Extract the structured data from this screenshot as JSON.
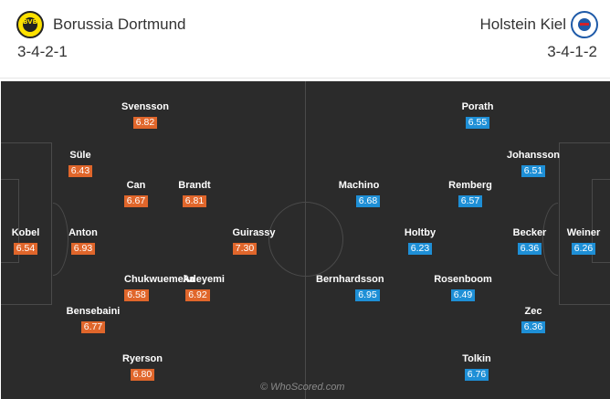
{
  "home": {
    "team": "Borussia Dortmund",
    "formation": "3-4-2-1",
    "logo_icon": "borussia-dortmund-crest",
    "rating_color": "#e0662b",
    "players": [
      {
        "name": "Kobel",
        "rating": "6.54"
      },
      {
        "name": "Anton",
        "rating": "6.93"
      },
      {
        "name": "Süle",
        "rating": "6.43"
      },
      {
        "name": "Bensebaini",
        "rating": "6.77"
      },
      {
        "name": "Svensson",
        "rating": "6.82"
      },
      {
        "name": "Can",
        "rating": "6.67"
      },
      {
        "name": "Chukwuemeka",
        "rating": "6.58"
      },
      {
        "name": "Ryerson",
        "rating": "6.80"
      },
      {
        "name": "Brandt",
        "rating": "6.81"
      },
      {
        "name": "Adeyemi",
        "rating": "6.92"
      },
      {
        "name": "Guirassy",
        "rating": "7.30"
      }
    ]
  },
  "away": {
    "team": "Holstein Kiel",
    "formation": "3-4-1-2",
    "logo_icon": "holstein-kiel-crest",
    "rating_color": "#1e8fd6",
    "players": [
      {
        "name": "Weiner",
        "rating": "6.26"
      },
      {
        "name": "Becker",
        "rating": "6.36"
      },
      {
        "name": "Johansson",
        "rating": "6.51"
      },
      {
        "name": "Zec",
        "rating": "6.36"
      },
      {
        "name": "Porath",
        "rating": "6.55"
      },
      {
        "name": "Remberg",
        "rating": "6.57"
      },
      {
        "name": "Rosenboom",
        "rating": "6.49"
      },
      {
        "name": "Tolkin",
        "rating": "6.76"
      },
      {
        "name": "Holtby",
        "rating": "6.23"
      },
      {
        "name": "Machino",
        "rating": "6.68"
      },
      {
        "name": "Bernhardsson",
        "rating": "6.95"
      }
    ]
  },
  "watermark": "© WhoScored.com"
}
